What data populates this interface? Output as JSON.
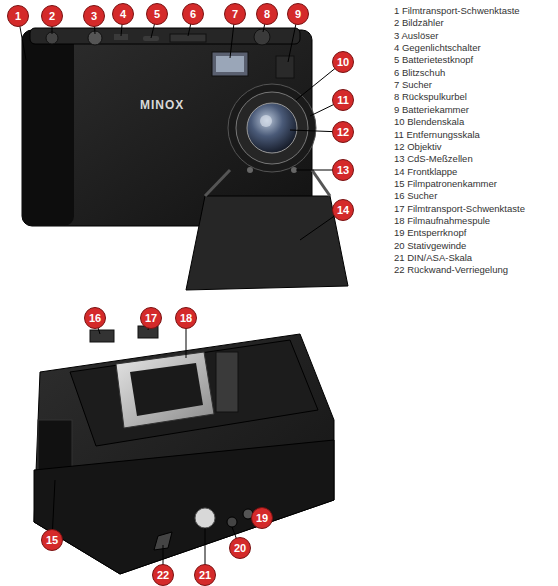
{
  "diagram": {
    "labels": [
      "1",
      "2",
      "3",
      "4",
      "5",
      "6",
      "7",
      "8",
      "9",
      "10",
      "11",
      "12",
      "13",
      "14",
      "16",
      "17",
      "18",
      "15",
      "22",
      "21",
      "20",
      "19",
      "MINOX",
      "1 Filmtransport-Schwenktaste",
      "2 Bildzähler",
      "3 Auslöser",
      "4 Gegenlichtschalter",
      "5 Batterietestknopf",
      "6 Blitzschuh",
      "7 Sucher",
      "8 Rückspulkurbel",
      "9 Batteriekammer",
      "10 Blendenskala",
      "11 Entfernungsskala",
      "12 Objektiv",
      "13 CdS-Meßzellen",
      "14 Frontklappe",
      "15 Filmpatronenkammer",
      "16 Sucher",
      "17 Filmtransport-Schwenktaste",
      "18 Filmaufnahmespule",
      "19 Entsperrknopf",
      "20 Stativgewinde",
      "21 DIN/ASA-Skala",
      "22 Rückwand-Verriegelung"
    ]
  }
}
